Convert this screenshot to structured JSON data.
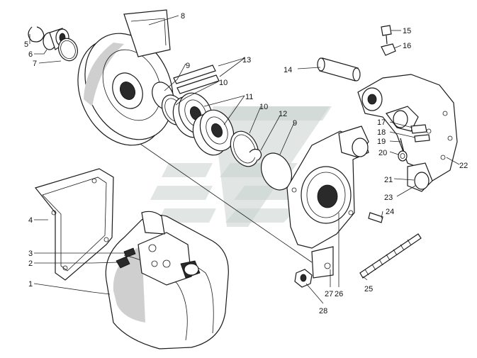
{
  "callouts": [
    {
      "id": "1",
      "label": "1"
    },
    {
      "id": "2",
      "label": "2"
    },
    {
      "id": "3",
      "label": "3"
    },
    {
      "id": "4",
      "label": "4"
    },
    {
      "id": "5",
      "label": "5"
    },
    {
      "id": "6",
      "label": "6"
    },
    {
      "id": "7",
      "label": "7"
    },
    {
      "id": "8",
      "label": "8"
    },
    {
      "id": "9a",
      "label": "9"
    },
    {
      "id": "9b",
      "label": "9"
    },
    {
      "id": "10a",
      "label": "10"
    },
    {
      "id": "10b",
      "label": "10"
    },
    {
      "id": "11",
      "label": "11"
    },
    {
      "id": "12",
      "label": "12"
    },
    {
      "id": "13",
      "label": "13"
    },
    {
      "id": "14",
      "label": "14"
    },
    {
      "id": "15",
      "label": "15"
    },
    {
      "id": "16",
      "label": "16"
    },
    {
      "id": "17",
      "label": "17"
    },
    {
      "id": "18",
      "label": "18"
    },
    {
      "id": "19",
      "label": "19"
    },
    {
      "id": "20",
      "label": "20"
    },
    {
      "id": "21",
      "label": "21"
    },
    {
      "id": "22",
      "label": "22"
    },
    {
      "id": "23",
      "label": "23"
    },
    {
      "id": "24",
      "label": "24"
    },
    {
      "id": "25",
      "label": "25"
    },
    {
      "id": "26",
      "label": "26"
    },
    {
      "id": "27",
      "label": "27"
    },
    {
      "id": "28",
      "label": "28"
    }
  ],
  "colors": {
    "ink": "#1a1a1a",
    "background": "#ffffff",
    "watermark": "#c9d1cd"
  }
}
